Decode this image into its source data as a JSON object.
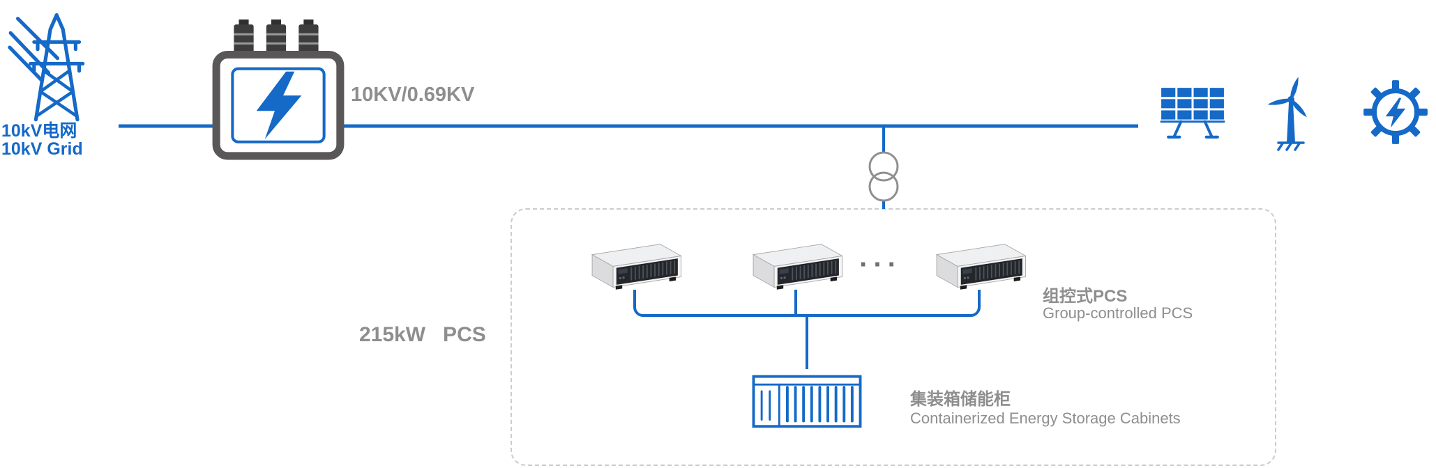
{
  "colors": {
    "blue": "#1569c7",
    "gray_text": "#8e8e8e",
    "dark_gray": "#595757",
    "dashed_border": "#cccccc",
    "dots": "#707070"
  },
  "grid": {
    "label_cn": "10kV电网",
    "label_en": "10kV Grid"
  },
  "transformer": {
    "ratio_label": "10KV/0.69KV"
  },
  "pcs": {
    "power_label": "215kW   PCS",
    "unit_count": 3,
    "ellipsis": "···",
    "group_label_cn": "组控式PCS",
    "group_label_en": "Group-controlled PCS"
  },
  "container": {
    "label_cn": "集装箱储能柜",
    "label_en": "Containerized Energy Storage Cabinets"
  },
  "icons": {
    "grid": "transmission-tower-icon",
    "transformer": "transformer-icon",
    "winding": "double-winding-icon",
    "solar": "solar-panel-icon",
    "wind": "wind-turbine-icon",
    "generator": "gear-lightning-icon",
    "pcs_unit": "pcs-rack-icon",
    "container": "container-icon"
  }
}
